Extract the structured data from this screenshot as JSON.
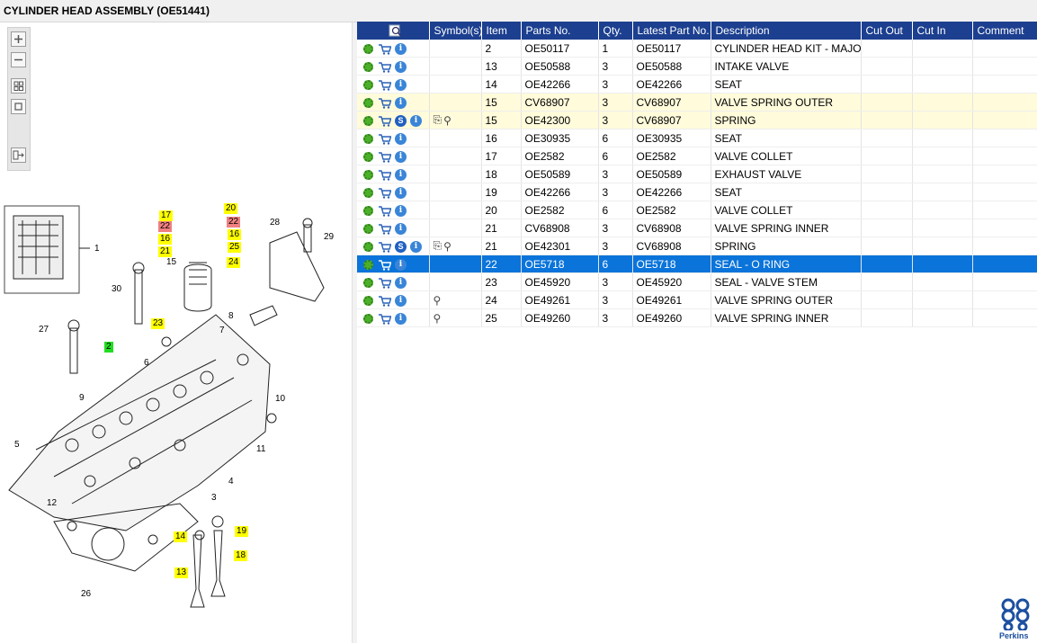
{
  "title": "CYLINDER HEAD ASSEMBLY (OE51441)",
  "toolbar": [
    "zoom-in-icon",
    "zoom-out-icon",
    "fit-all-icon",
    "fit-window-icon",
    "export-icon"
  ],
  "columns": [
    "",
    "Symbol(s)",
    "Item",
    "Parts No.",
    "Qty.",
    "Latest Part No.",
    "Description",
    "Cut Out",
    "Cut In",
    "Comment"
  ],
  "rows": [
    {
      "item": "2",
      "part": "OE50117",
      "qty": "1",
      "latest": "OE50117",
      "desc": "CYLINDER HEAD KIT - MAJOR",
      "icons": "multi",
      "hl": false,
      "sel": false,
      "sym": ""
    },
    {
      "item": "13",
      "part": "OE50588",
      "qty": "3",
      "latest": "OE50588",
      "desc": "INTAKE VALVE",
      "icons": "std",
      "hl": false,
      "sel": false,
      "sym": ""
    },
    {
      "item": "14",
      "part": "OE42266",
      "qty": "3",
      "latest": "OE42266",
      "desc": "SEAT",
      "icons": "std",
      "hl": false,
      "sel": false,
      "sym": ""
    },
    {
      "item": "15",
      "part": "CV68907",
      "qty": "3",
      "latest": "CV68907",
      "desc": "VALVE SPRING OUTER",
      "icons": "std",
      "hl": true,
      "sel": false,
      "sym": ""
    },
    {
      "item": "15",
      "part": "OE42300",
      "qty": "3",
      "latest": "CV68907",
      "desc": "SPRING",
      "icons": "s",
      "hl": true,
      "sel": false,
      "sym": "both"
    },
    {
      "item": "16",
      "part": "OE30935",
      "qty": "6",
      "latest": "OE30935",
      "desc": "SEAT",
      "icons": "std",
      "hl": false,
      "sel": false,
      "sym": ""
    },
    {
      "item": "17",
      "part": "OE2582",
      "qty": "6",
      "latest": "OE2582",
      "desc": "VALVE COLLET",
      "icons": "std",
      "hl": false,
      "sel": false,
      "sym": ""
    },
    {
      "item": "18",
      "part": "OE50589",
      "qty": "3",
      "latest": "OE50589",
      "desc": "EXHAUST VALVE",
      "icons": "std",
      "hl": false,
      "sel": false,
      "sym": ""
    },
    {
      "item": "19",
      "part": "OE42266",
      "qty": "3",
      "latest": "OE42266",
      "desc": "SEAT",
      "icons": "std",
      "hl": false,
      "sel": false,
      "sym": ""
    },
    {
      "item": "20",
      "part": "OE2582",
      "qty": "6",
      "latest": "OE2582",
      "desc": "VALVE COLLET",
      "icons": "std",
      "hl": false,
      "sel": false,
      "sym": ""
    },
    {
      "item": "21",
      "part": "CV68908",
      "qty": "3",
      "latest": "CV68908",
      "desc": "VALVE SPRING INNER",
      "icons": "std",
      "hl": false,
      "sel": false,
      "sym": ""
    },
    {
      "item": "21",
      "part": "OE42301",
      "qty": "3",
      "latest": "CV68908",
      "desc": "SPRING",
      "icons": "s",
      "hl": false,
      "sel": false,
      "sym": "both"
    },
    {
      "item": "22",
      "part": "OE5718",
      "qty": "6",
      "latest": "OE5718",
      "desc": "SEAL - O RING",
      "icons": "std",
      "hl": false,
      "sel": true,
      "sym": ""
    },
    {
      "item": "23",
      "part": "OE45920",
      "qty": "3",
      "latest": "OE45920",
      "desc": "SEAL - VALVE STEM",
      "icons": "std",
      "hl": false,
      "sel": false,
      "sym": ""
    },
    {
      "item": "24",
      "part": "OE49261",
      "qty": "3",
      "latest": "OE49261",
      "desc": "VALVE SPRING OUTER",
      "icons": "std",
      "hl": false,
      "sel": false,
      "sym": "note"
    },
    {
      "item": "25",
      "part": "OE49260",
      "qty": "3",
      "latest": "OE49260",
      "desc": "VALVE SPRING INNER",
      "icons": "std",
      "hl": false,
      "sel": false,
      "sym": "note"
    }
  ],
  "callouts": [
    {
      "t": "17",
      "c": "y"
    },
    {
      "t": "20",
      "c": "y"
    },
    {
      "t": "22",
      "c": "r"
    },
    {
      "t": "22",
      "c": "r"
    },
    {
      "t": "16",
      "c": "y"
    },
    {
      "t": "16",
      "c": "y"
    },
    {
      "t": "21",
      "c": "y"
    },
    {
      "t": "25",
      "c": "y"
    },
    {
      "t": "24",
      "c": "y"
    },
    {
      "t": "23",
      "c": "y"
    },
    {
      "t": "2",
      "c": "g"
    },
    {
      "t": "14",
      "c": "y"
    },
    {
      "t": "19",
      "c": "y"
    },
    {
      "t": "18",
      "c": "y"
    },
    {
      "t": "13",
      "c": "y"
    },
    {
      "t": "15",
      "c": ""
    },
    {
      "t": "28",
      "c": ""
    },
    {
      "t": "29",
      "c": ""
    },
    {
      "t": "30",
      "c": ""
    },
    {
      "t": "1",
      "c": ""
    },
    {
      "t": "27",
      "c": ""
    },
    {
      "t": "8",
      "c": ""
    },
    {
      "t": "7",
      "c": ""
    },
    {
      "t": "6",
      "c": ""
    },
    {
      "t": "9",
      "c": ""
    },
    {
      "t": "10",
      "c": ""
    },
    {
      "t": "11",
      "c": ""
    },
    {
      "t": "5",
      "c": ""
    },
    {
      "t": "4",
      "c": ""
    },
    {
      "t": "3",
      "c": ""
    },
    {
      "t": "12",
      "c": ""
    },
    {
      "t": "26",
      "c": ""
    }
  ],
  "logo": {
    "text": "Perkins",
    "color": "#1c4fa0"
  },
  "colors": {
    "header": "#1c3f8f",
    "selected": "#0a74da",
    "highlight": "#fffbdb",
    "callout_yellow": "#ffff00",
    "callout_red": "#f08080",
    "callout_green": "#22dd22"
  }
}
